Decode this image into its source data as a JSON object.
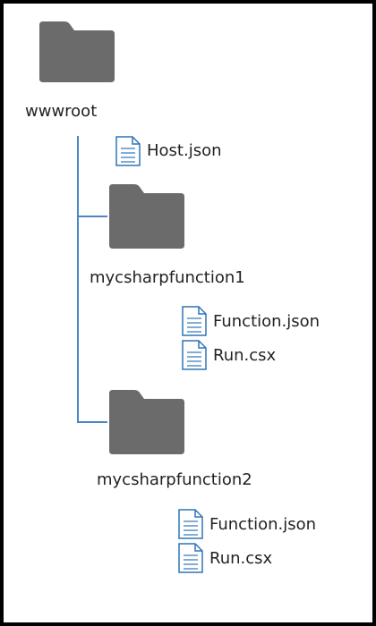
{
  "tree": {
    "root": {
      "label": "wwwroot",
      "icon": "folder-icon"
    },
    "root_file": {
      "label": "Host.json",
      "icon": "document-icon"
    },
    "folder1": {
      "label": "mycsharpfunction1",
      "icon": "folder-icon",
      "files": [
        {
          "label": "Function.json",
          "icon": "document-icon"
        },
        {
          "label": "Run.csx",
          "icon": "document-icon"
        }
      ]
    },
    "folder2": {
      "label": "mycsharpfunction2",
      "icon": "folder-icon",
      "files": [
        {
          "label": "Function.json",
          "icon": "document-icon"
        },
        {
          "label": "Run.csx",
          "icon": "document-icon"
        }
      ]
    }
  },
  "colors": {
    "folder": "#6b6b6b",
    "document_outline": "#2e75b6",
    "connector": "#4a86c5",
    "border": "#000000"
  }
}
